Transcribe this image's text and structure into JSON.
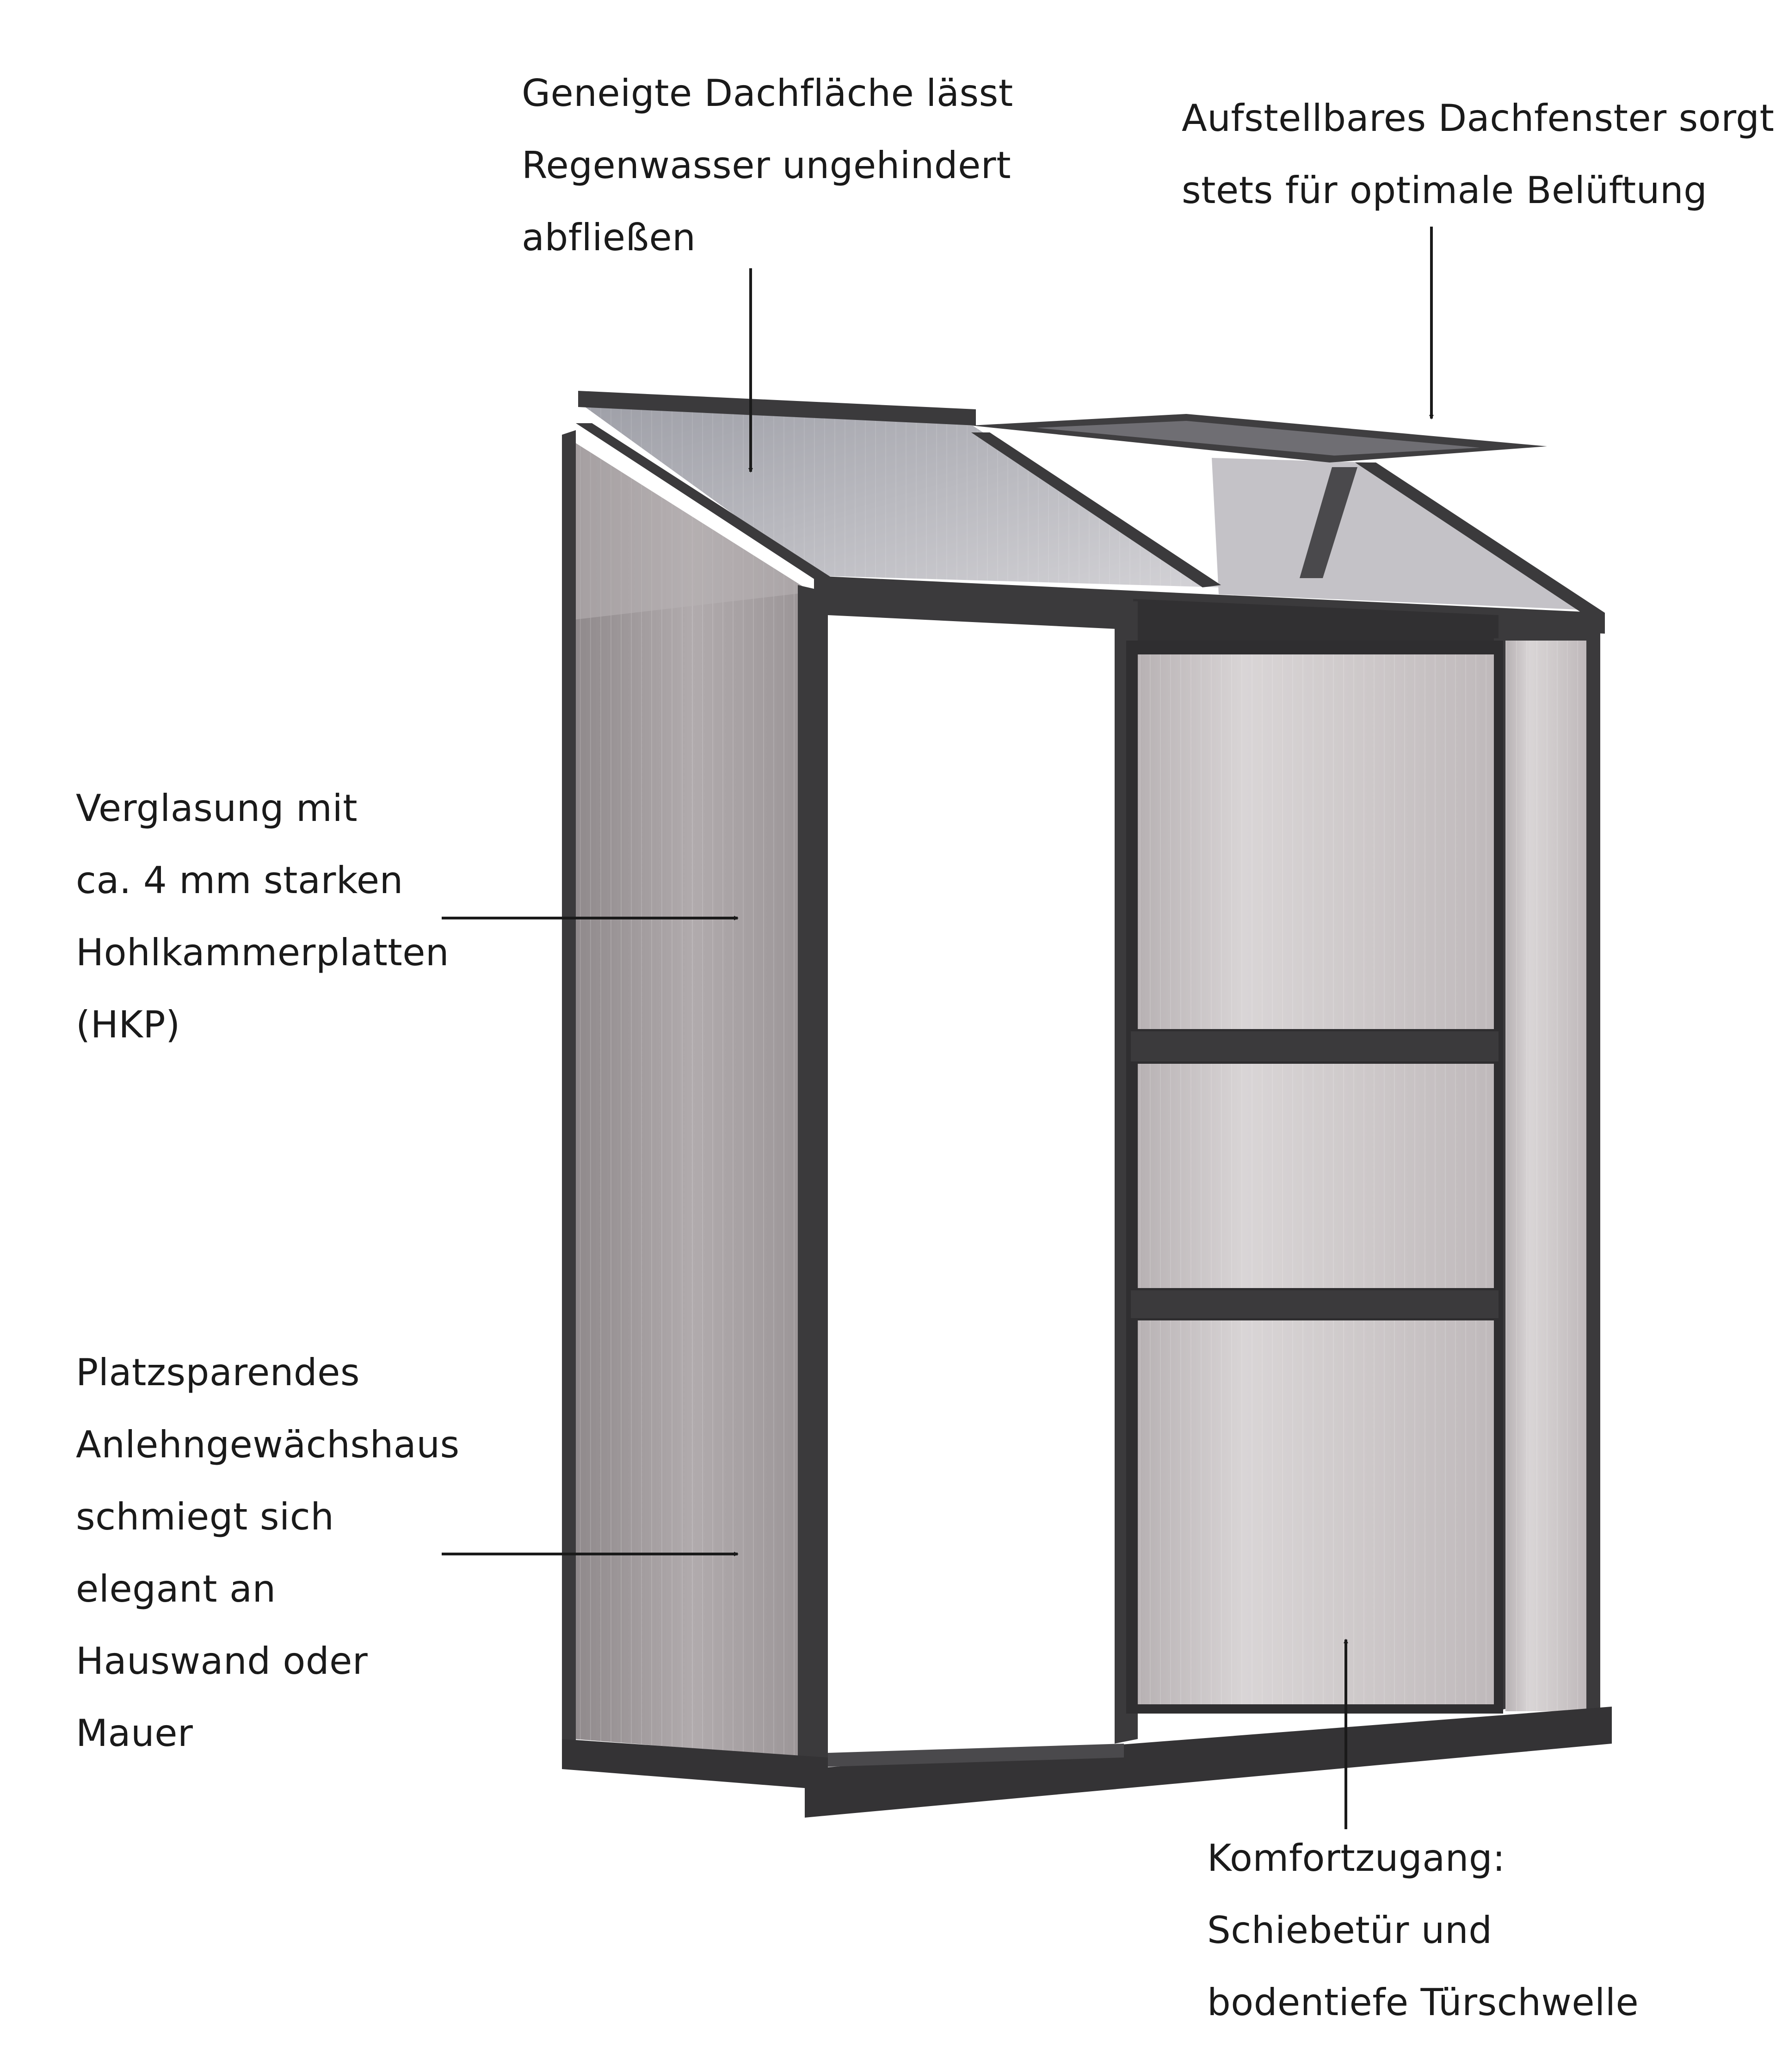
{
  "callouts": {
    "roof": {
      "lines": [
        "Geneigte Dachfläche lässt",
        "Regenwasser ungehindert",
        "abfließen"
      ]
    },
    "window": {
      "lines": [
        "Aufstellbares Dachfenster sorgt",
        "stets für optimale Belüftung"
      ]
    },
    "glazing": {
      "lines": [
        "Verglasung mit",
        "ca. 4 mm starken",
        "Hohlkammerplatten",
        "(HKP)"
      ]
    },
    "leanto": {
      "lines": [
        "Platzsparendes",
        "Anlehngewächshaus",
        "schmiegt sich",
        "elegant an",
        "Hauswand oder",
        "Mauer"
      ]
    },
    "door": {
      "lines": [
        "Komfortzugang:",
        "Schiebetür und",
        "bodentiefe Türschwelle"
      ]
    }
  },
  "colors": {
    "frame": "#3b3a3c",
    "frame_dark": "#2a292b",
    "side_panel": "#a39d9f",
    "door_panel": "#c9c4c6",
    "roof_panel": "#b9b7bb",
    "text": "#1a1a1a"
  }
}
